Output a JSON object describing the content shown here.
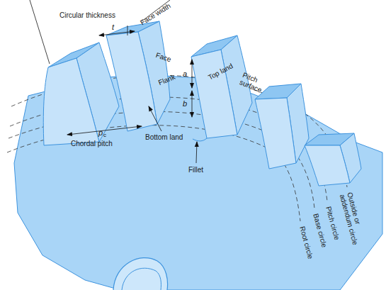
{
  "diagram": {
    "labels": [
      "Circular thickness",
      "t",
      "Face width",
      "Face",
      "Flank",
      "Top land",
      "a",
      "b",
      "Pitch surface",
      "p",
      "c",
      "Chordal pitch",
      "Bottom land",
      "Fillet",
      "Root circle",
      "Base circle",
      "Pitch circle",
      "Outside or addendum circle"
    ]
  }
}
